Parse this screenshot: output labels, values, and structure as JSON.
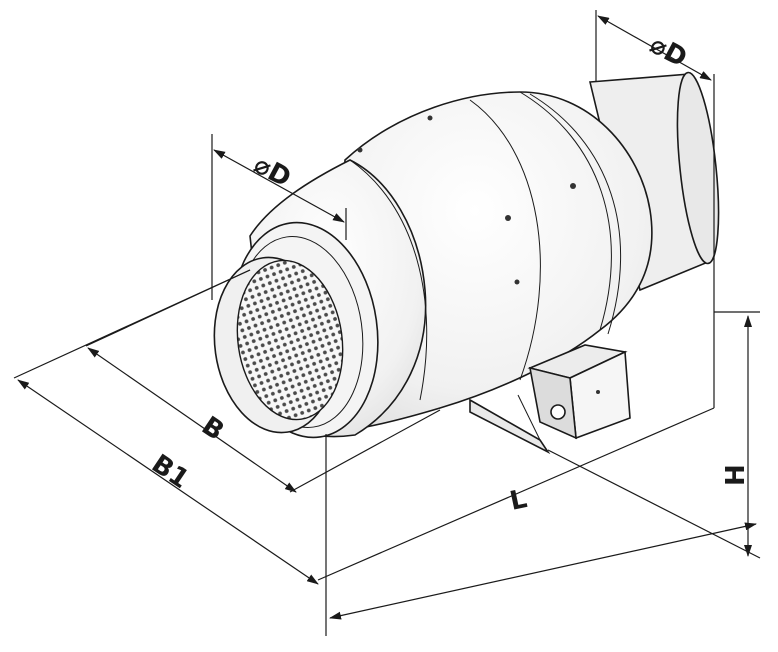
{
  "diagram": {
    "labels": {
      "diameter_top": "⌀D",
      "diameter_left": "⌀D",
      "width": "B",
      "width_overall": "B1",
      "length": "L",
      "height": "H"
    },
    "colors": {
      "line": "#1a1a1a",
      "body": "#f2f2f2",
      "body_shade": "#e6e6e6",
      "grille": "#555555",
      "background": "#ffffff"
    }
  }
}
